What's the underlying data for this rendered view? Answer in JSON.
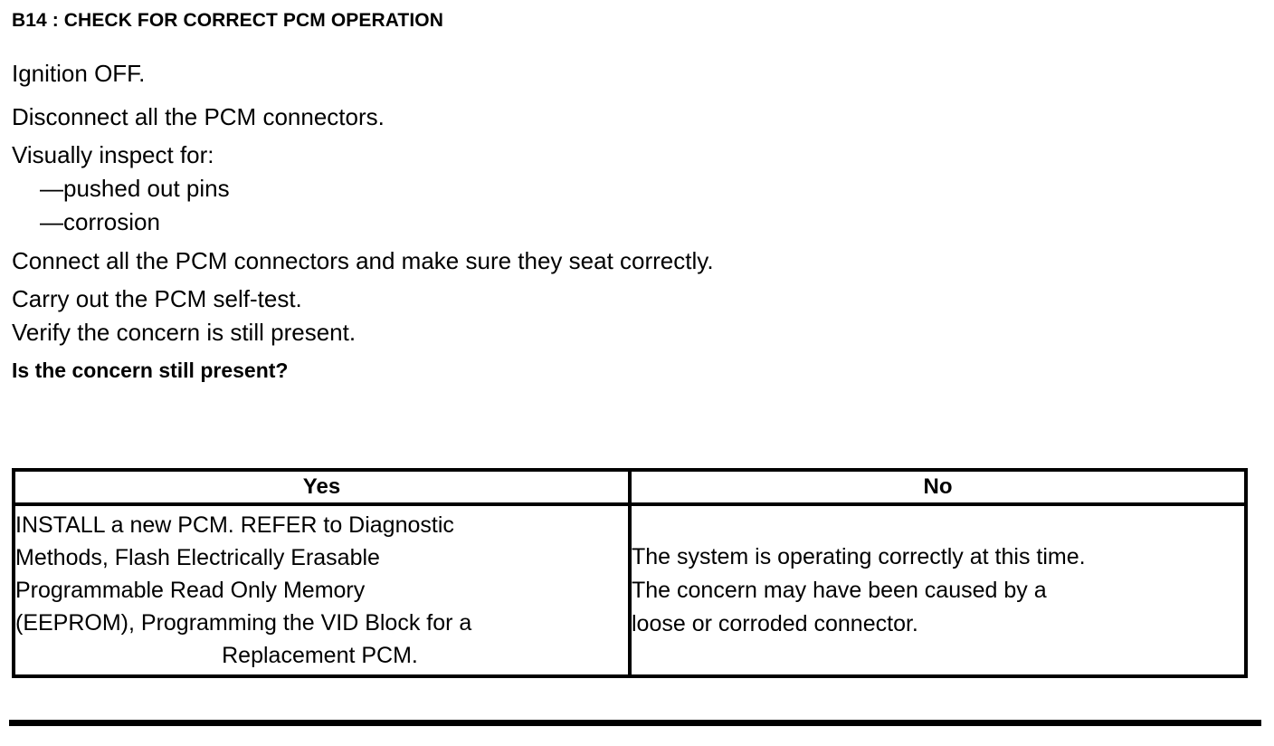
{
  "document": {
    "step_title": "B14 : CHECK FOR CORRECT PCM OPERATION",
    "instructions": [
      {
        "text": "Ignition OFF.",
        "style": "normal"
      },
      {
        "text": "Disconnect all the PCM connectors.",
        "style": "normal"
      },
      {
        "text": "Visually inspect for:",
        "style": "normal-tight"
      },
      {
        "text": "—pushed out pins",
        "style": "dash"
      },
      {
        "text": "—corrosion",
        "style": "dash"
      },
      {
        "text": "Connect all the PCM connectors and make sure they seat correctly.",
        "style": "normal"
      },
      {
        "text": "Carry out the PCM self-test.",
        "style": "normal-tight"
      },
      {
        "text": "Verify the concern is still present.",
        "style": "normal-tight"
      },
      {
        "text": "Is the concern still present?",
        "style": "question"
      }
    ],
    "result_table": {
      "headers": {
        "yes": "Yes",
        "no": "No"
      },
      "yes_cell": {
        "lines": [
          "INSTALL a new PCM. REFER to Diagnostic",
          "Methods, Flash Electrically Erasable",
          "Programmable Read Only Memory",
          "(EEPROM), Programming the VID Block for a"
        ],
        "last_line": "Replacement PCM."
      },
      "no_cell": {
        "lines": [
          "The system is operating correctly at this time.",
          "The concern may have been caused by a",
          "loose or corroded connector."
        ]
      }
    },
    "colors": {
      "text": "#000000",
      "background": "#ffffff",
      "rule": "#000000"
    }
  }
}
